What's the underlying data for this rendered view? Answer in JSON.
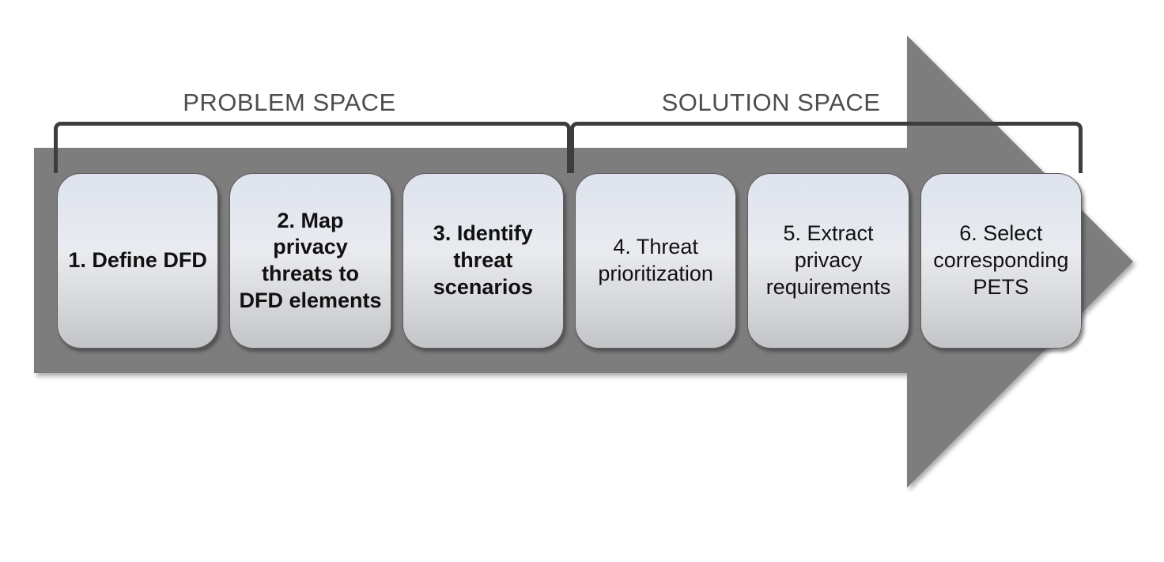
{
  "diagram": {
    "title_implied": "Privacy threat modeling process",
    "problem_space": {
      "label": "PROBLEM SPACE"
    },
    "solution_space": {
      "label": "SOLUTION SPACE"
    },
    "steps": [
      {
        "label": "1. Define DFD",
        "space": "problem"
      },
      {
        "label": "2. Map privacy threats to DFD elements",
        "space": "problem"
      },
      {
        "label": "3. Identify threat scenarios",
        "space": "problem"
      },
      {
        "label": "4. Threat prioritization",
        "space": "solution"
      },
      {
        "label": "5. Extract privacy requirements",
        "space": "solution"
      },
      {
        "label": "6. Select corresponding PETS",
        "space": "solution"
      }
    ]
  },
  "colors": {
    "arrow": "#7d7d7d",
    "bracket": "#3d3d3d",
    "labeltext": "#4d4d4d",
    "steptext": "#111111",
    "boxtop": "#dee3ee",
    "boxmid": "#e9ebef",
    "boxbottom": "#c2c4c8"
  }
}
